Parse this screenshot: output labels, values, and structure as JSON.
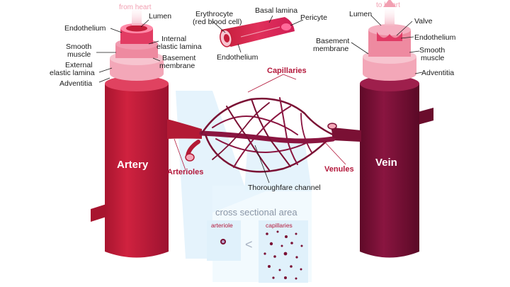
{
  "artery": {
    "title": "Artery",
    "from_heart": "from heart",
    "labels": {
      "lumen": "Lumen",
      "endothelium": "Endothelium",
      "internal_elastic_1": "Internal",
      "internal_elastic_2": "elastic lamina",
      "smooth_1": "Smooth",
      "smooth_2": "muscle",
      "basement_1": "Basement",
      "basement_2": "membrane",
      "external_1": "External",
      "external_2": "elastic lamina",
      "adventitia": "Adventitia"
    }
  },
  "capillary": {
    "erythrocyte_1": "Erythrocyte",
    "erythrocyte_2": "(red blood cell)",
    "basal_lamina": "Basal lamina",
    "pericyte": "Pericyte",
    "endothelium": "Endothelium",
    "capillaries": "Capillaries"
  },
  "network": {
    "arterioles": "Arterioles",
    "venules": "Venules",
    "thoroughfare": "Thoroughfare channel"
  },
  "vein": {
    "title": "Vein",
    "to_heart": "to heart",
    "labels": {
      "lumen": "Lumen",
      "valve": "Valve",
      "basement_1": "Basement",
      "basement_2": "membrane",
      "endothelium": "Endothelium",
      "smooth_1": "Smooth",
      "smooth_2": "muscle",
      "adventitia": "Adventitia"
    }
  },
  "cross_section": {
    "title": "cross sectional area",
    "arteriole": "arteriole",
    "capillaries": "capillaries",
    "compare": "<"
  },
  "colors": {
    "artery": "#c41e3a",
    "vein": "#7a1034",
    "highlight": "#e0f1fb"
  }
}
